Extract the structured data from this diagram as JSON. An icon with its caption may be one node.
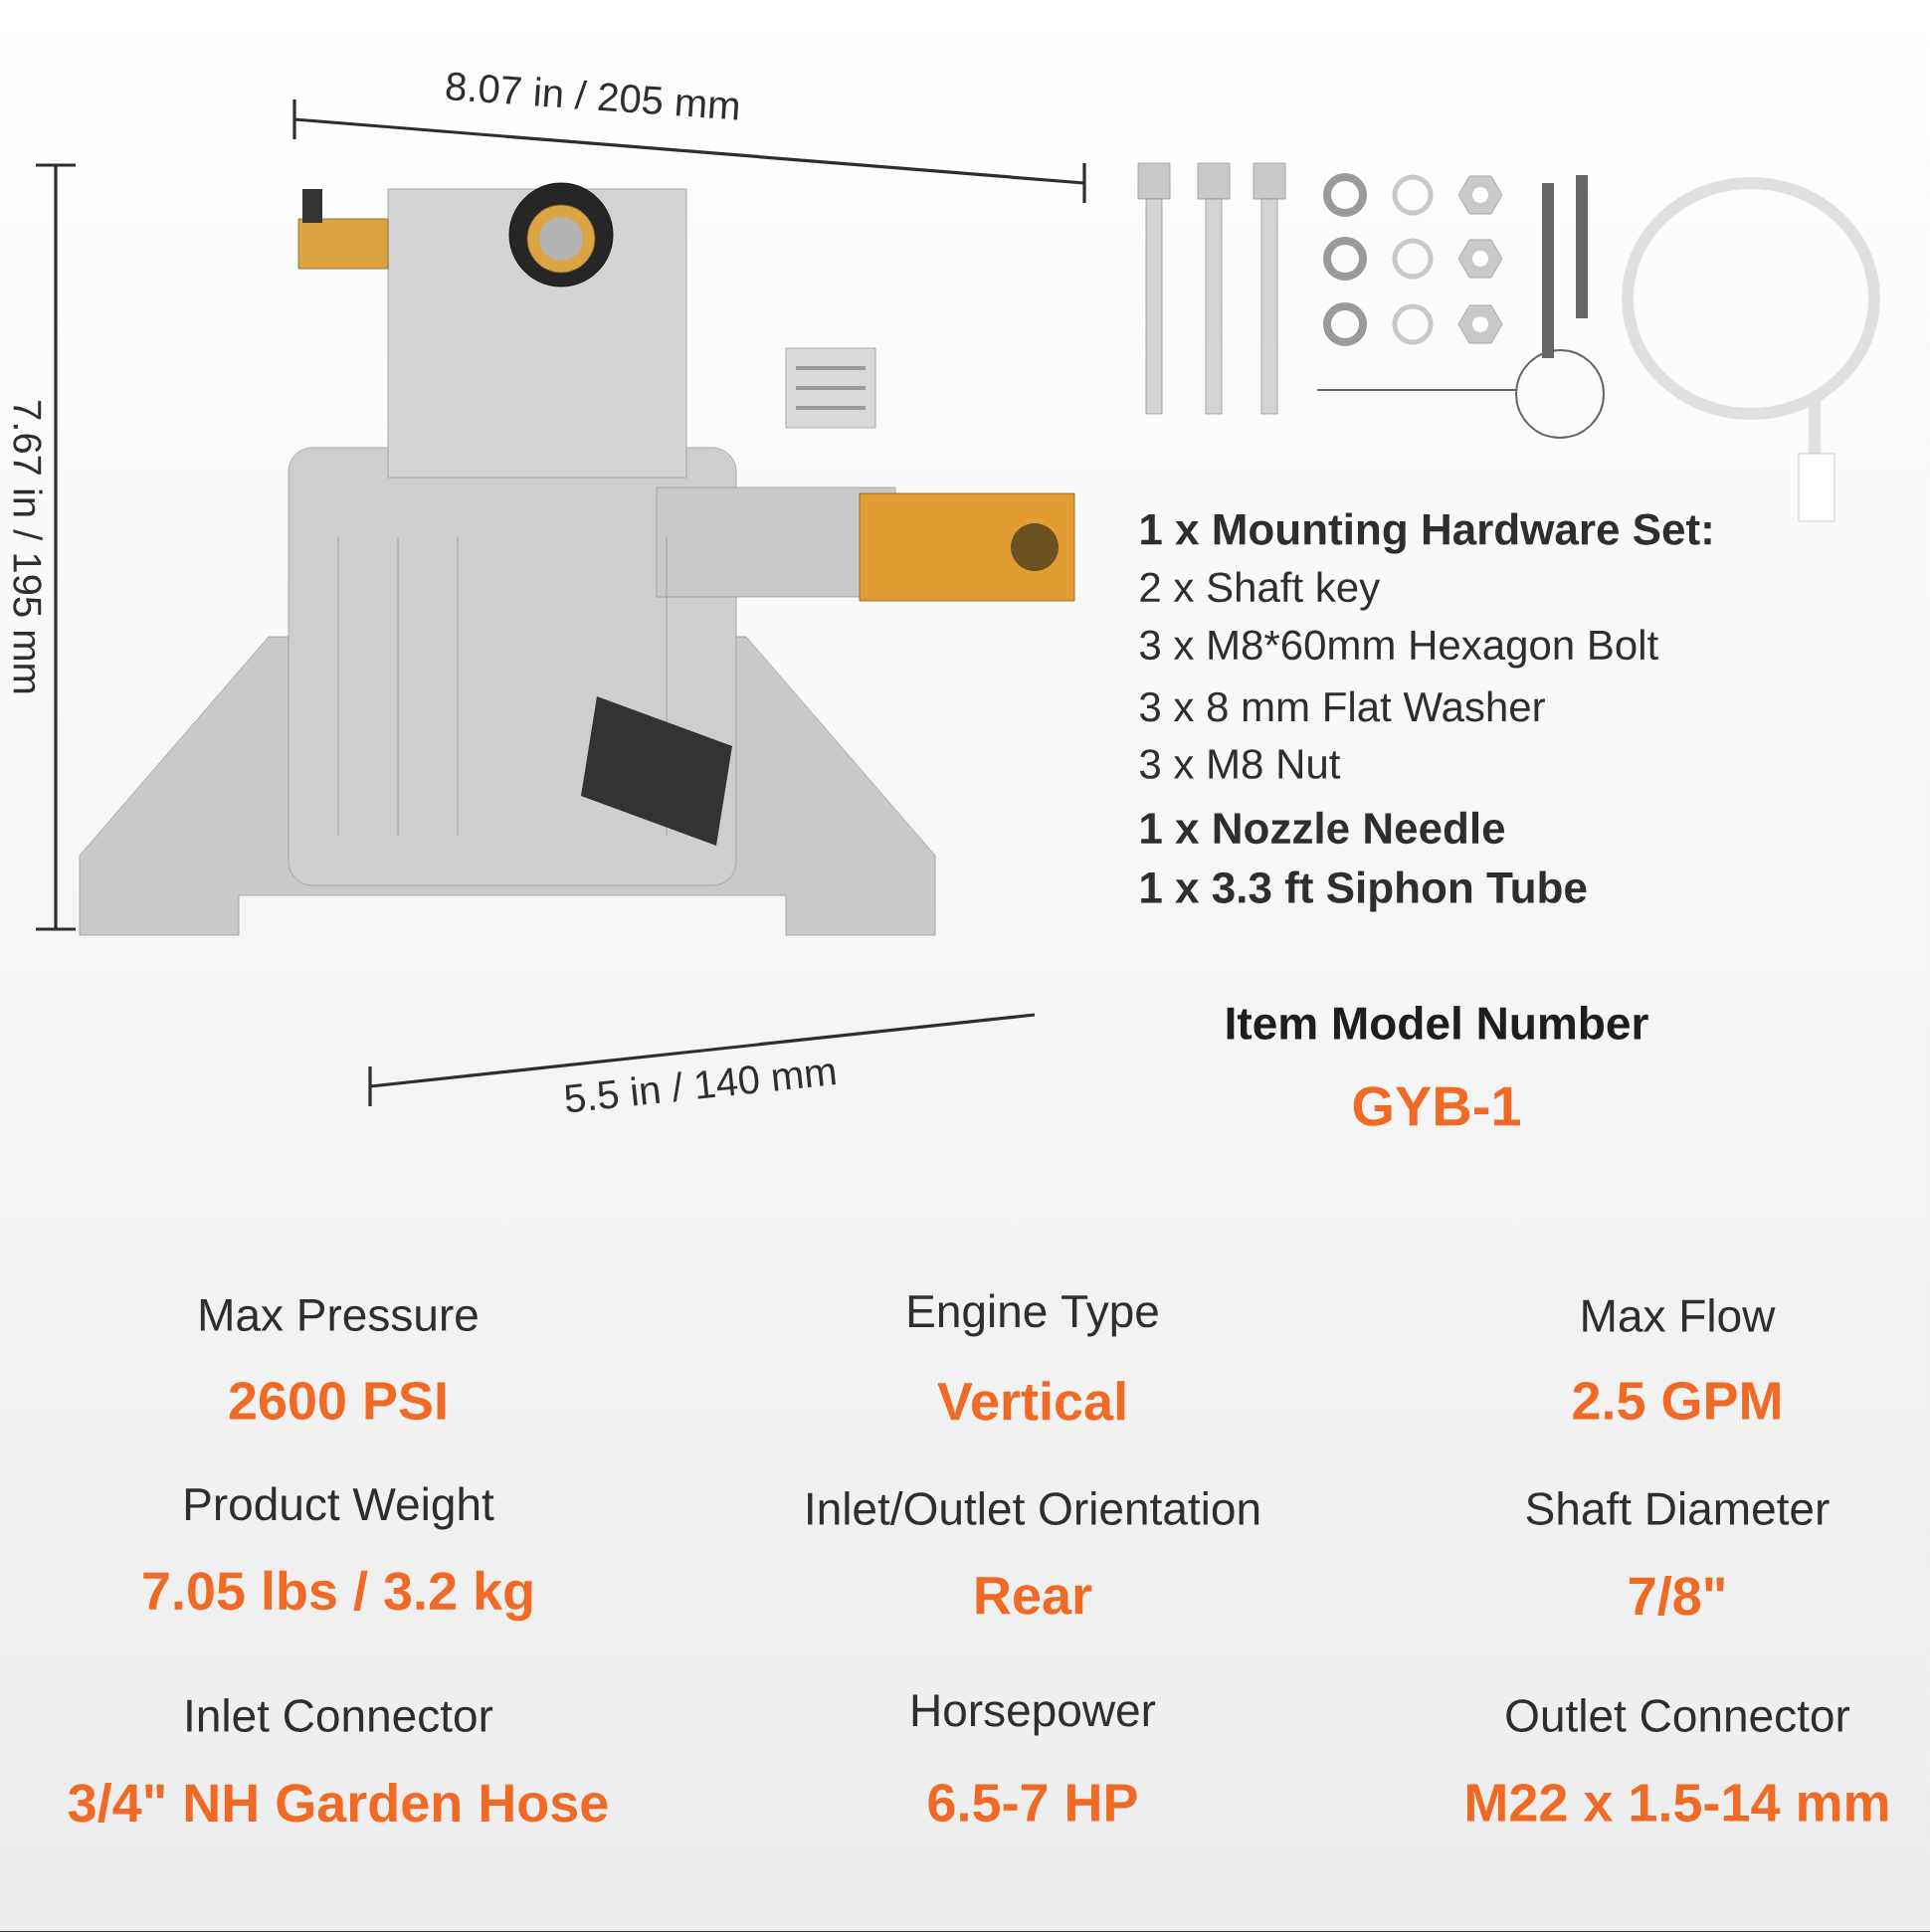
{
  "diagram": {
    "labels": [
      "8.07 in / 205 mm",
      "7.67 in / 195 mm",
      "5.5 in / 140 mm",
      "1 x Mounting Hardware Set:",
      "2 x Shaft key",
      "3 x M8*60mm Hexagon Bolt",
      "3 x 8 mm Flat Washer",
      "3 x M8 Nut",
      "1 x Nozzle Needle",
      "1 x 3.3 ft Siphon Tube",
      "Item Model Number",
      "GYB-1",
      "Max Pressure",
      "Engine Type",
      "Max Flow",
      "2600 PSI",
      "Vertical",
      "2.5 GPM",
      "Product Weight",
      "Inlet/Outlet Orientation",
      "Shaft Diameter",
      "7.05 lbs / 3.2 kg",
      "Rear",
      "7/8\"",
      "Inlet Connector",
      "Horsepower",
      "Outlet Connector",
      "3/4\" NH Garden Hose",
      "6.5-7 HP",
      "M22 x 1.5-14 mm"
    ]
  }
}
